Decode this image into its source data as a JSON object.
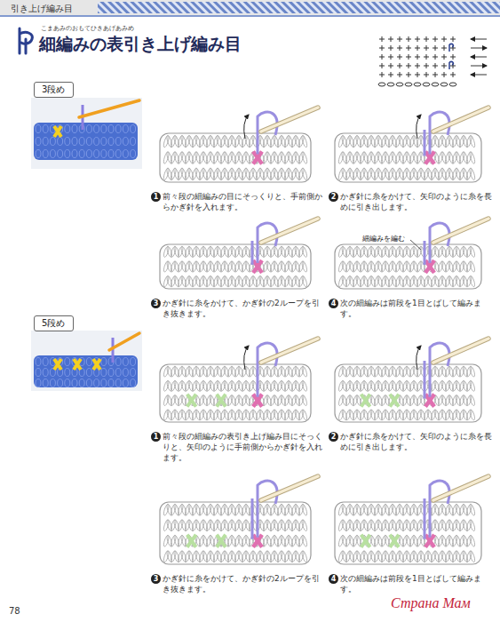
{
  "diagram": {
    "title": "細編みの表引き上げ編み目",
    "nodes": [
      {
        "text": [
          "3段め"
        ]
      },
      {
        "text": [
          "5段め"
        ]
      }
    ],
    "labels": [
      "引き上げ編み目",
      "こまあみのおもてひきあげあみめ",
      "1",
      "前々段の細編みの目にそっくりと、手前側からかぎ針を入れます。",
      "2",
      "かぎ針に糸をかけて、矢印のように糸を長めに引き出します。",
      "3",
      "かぎ針に糸をかけて、かぎ針の2ループを引き抜きます。",
      "4",
      "次の細編みは前段を1目とばして編みます。",
      "細編みを編む",
      "1",
      "前々段の細編みの表引き上げ編み目にそっくりと、矢印のように手前側からかぎ針を入れます。",
      "2",
      "かぎ針に糸をかけて、矢印のように糸を長めに引き出します。",
      "3",
      "かぎ針に糸をかけて、かぎ針の2ループを引き抜きます。",
      "4",
      "次の細編みは前段を1目とばして編みます。",
      "78",
      "Страна Мам"
    ]
  }
}
